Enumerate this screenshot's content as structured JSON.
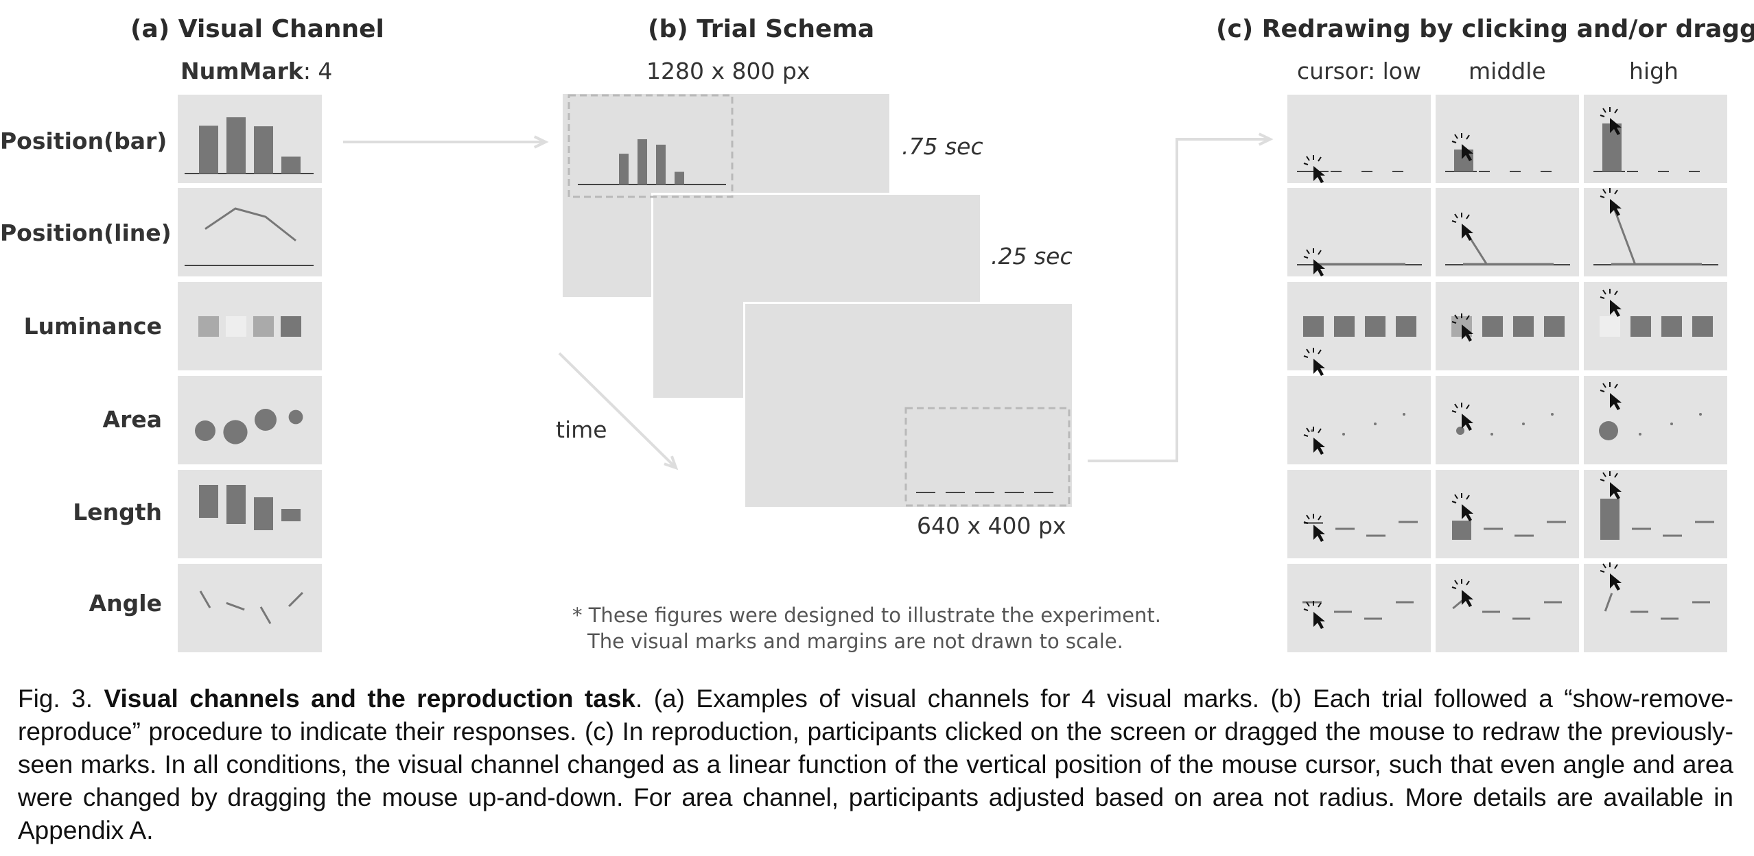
{
  "panels": {
    "a": {
      "title": "(a) Visual Channel",
      "subtitle_bold": "NumMark",
      "subtitle_rest": ": 4"
    },
    "b": {
      "title": "(b) Trial Schema",
      "screen_size": "1280 x 800 px",
      "sub_size": "640 x 400 px",
      "timing_1": ".75 sec",
      "timing_2": ".25 sec",
      "time_label": "time",
      "note_star": "*",
      "note_line1": "These figures were designed to illustrate the experiment.",
      "note_line2": "The visual marks and margins are not drawn to scale."
    },
    "c": {
      "title": "(c) Redrawing by clicking and/or dragging",
      "col_low": "cursor: low",
      "col_middle": "middle",
      "col_high": "high"
    }
  },
  "rows": [
    {
      "label": "Position(bar)"
    },
    {
      "label": "Position(line)"
    },
    {
      "label": "Luminance"
    },
    {
      "label": "Area"
    },
    {
      "label": "Length"
    },
    {
      "label": "Angle"
    }
  ],
  "marks": {
    "bar": [
      0.85,
      1.0,
      0.84,
      0.3
    ],
    "line": [
      0.46,
      1.0,
      0.78,
      0.15
    ],
    "luminance": [
      "#aaaaaa",
      "#eeeeee",
      "#aaaaaa",
      "#777777"
    ],
    "area": [
      0.45,
      0.58,
      0.5,
      0.22
    ],
    "length": [
      0.8,
      0.95,
      0.8,
      0.3
    ],
    "angle": [
      -60,
      -20,
      -60,
      45
    ]
  },
  "colors": {
    "mark": "#777777",
    "cell": "#e3e3e3",
    "screen": "#e0e0e0",
    "arrow": "#dddddd",
    "dash": "#b9b9b9"
  },
  "caption": {
    "fig": "Fig. 3.",
    "bold": "Visual channels and the reproduction task",
    "text": ". (a) Examples of visual channels for 4 visual marks. (b) Each trial followed a “show-remove-reproduce” procedure to indicate their responses.  (c) In reproduction, participants clicked on the screen or dragged the mouse to redraw the previously-seen marks. In all conditions, the visual channel changed as a linear function of the vertical position of the mouse cursor, such that even angle and area were changed by dragging the mouse up-and-down. For area channel, participants adjusted based on area not radius. More details are available in Appendix A."
  }
}
